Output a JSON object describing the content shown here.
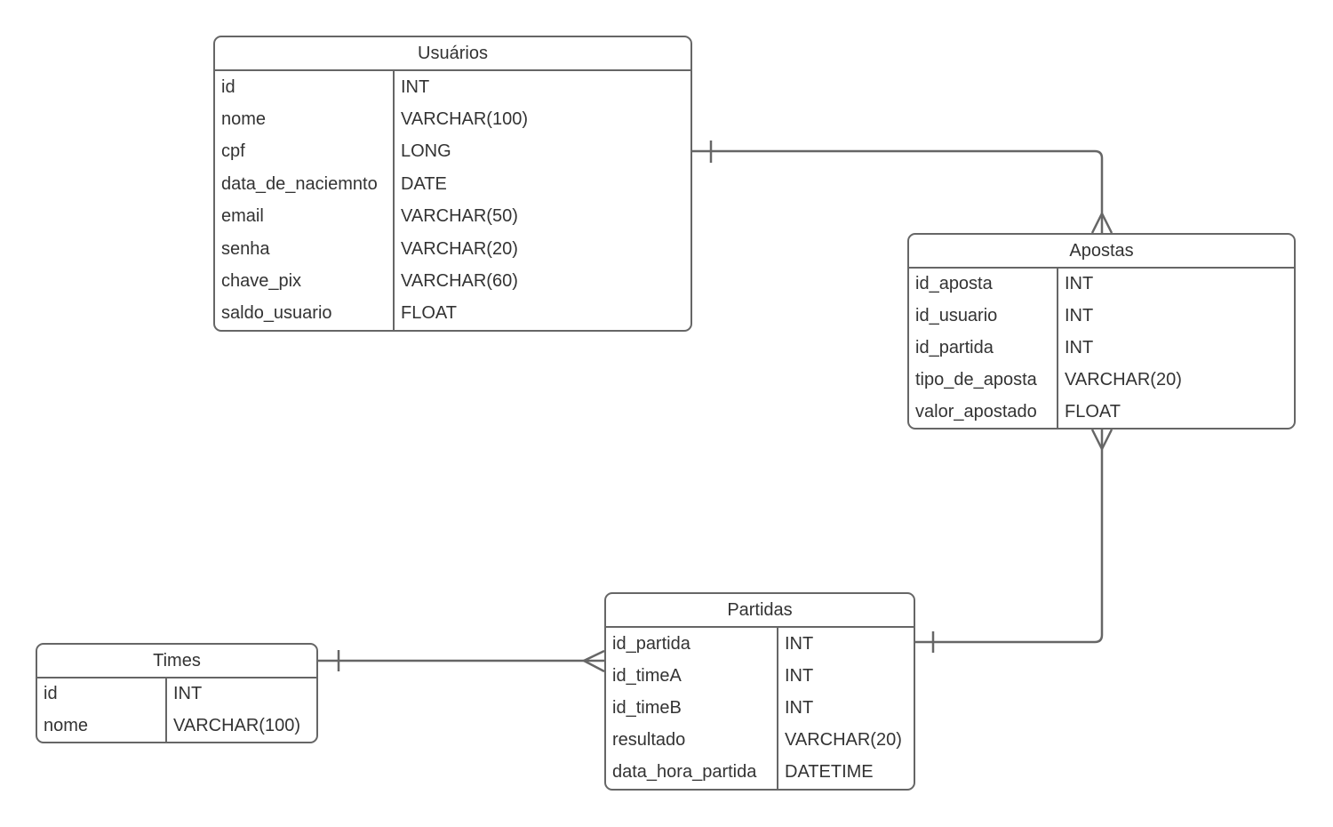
{
  "diagram": {
    "type": "entity-relationship",
    "background_color": "#ffffff",
    "stroke_color": "#666666",
    "text_color": "#333333",
    "entities": [
      {
        "id": "usuarios",
        "title": "Usuários",
        "fields": [
          {
            "name": "id",
            "type": "INT"
          },
          {
            "name": "nome",
            "type": "VARCHAR(100)"
          },
          {
            "name": "cpf",
            "type": "LONG"
          },
          {
            "name": "data_de_naciemnto",
            "type": "DATE"
          },
          {
            "name": "email",
            "type": "VARCHAR(50)"
          },
          {
            "name": "senha",
            "type": "VARCHAR(20)"
          },
          {
            "name": "chave_pix",
            "type": "VARCHAR(60)"
          },
          {
            "name": "saldo_usuario",
            "type": "FLOAT"
          }
        ]
      },
      {
        "id": "apostas",
        "title": "Apostas",
        "fields": [
          {
            "name": "id_aposta",
            "type": "INT"
          },
          {
            "name": "id_usuario",
            "type": "INT"
          },
          {
            "name": "id_partida",
            "type": "INT"
          },
          {
            "name": "tipo_de_aposta",
            "type": "VARCHAR(20)"
          },
          {
            "name": "valor_apostado",
            "type": "FLOAT"
          }
        ]
      },
      {
        "id": "partidas",
        "title": "Partidas",
        "fields": [
          {
            "name": "id_partida",
            "type": "INT"
          },
          {
            "name": "id_timeA",
            "type": "INT"
          },
          {
            "name": "id_timeB",
            "type": "INT"
          },
          {
            "name": "resultado",
            "type": "VARCHAR(20)"
          },
          {
            "name": "data_hora_partida",
            "type": "DATETIME"
          }
        ]
      },
      {
        "id": "times",
        "title": "Times",
        "fields": [
          {
            "name": "id",
            "type": "INT"
          },
          {
            "name": "nome",
            "type": "VARCHAR(100)"
          }
        ]
      }
    ],
    "relationships": [
      {
        "from": "Usuários",
        "to": "Apostas",
        "from_cardinality": "one",
        "to_cardinality": "many"
      },
      {
        "from": "Partidas",
        "to": "Apostas",
        "from_cardinality": "one",
        "to_cardinality": "many"
      },
      {
        "from": "Times",
        "to": "Partidas",
        "from_cardinality": "one",
        "to_cardinality": "many"
      }
    ]
  }
}
